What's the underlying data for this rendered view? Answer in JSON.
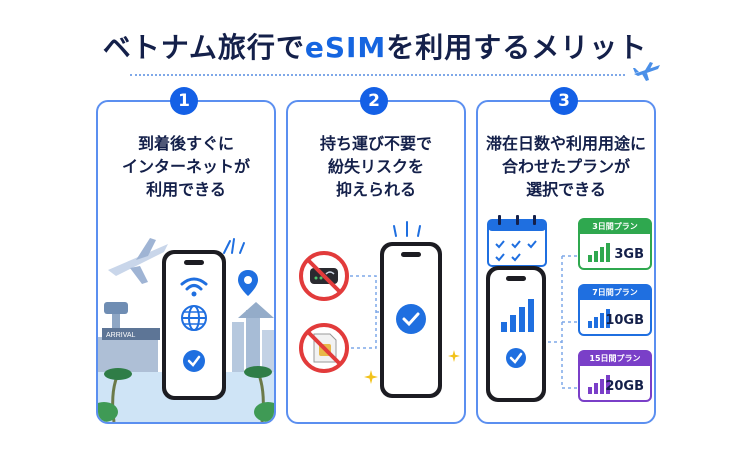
{
  "title": {
    "part1": "ベトナム旅行で",
    "accent": "eSIM",
    "part2": "を利用するメリット"
  },
  "panels": [
    {
      "number": "1",
      "lines": [
        "到着後すぐに",
        "インターネットが",
        "利用できる"
      ],
      "sign": "ARRIVAL"
    },
    {
      "number": "2",
      "lines": [
        "持ち運び不要で",
        "紛失リスクを",
        "抑えられる"
      ]
    },
    {
      "number": "3",
      "lines": [
        "滞在日数や利用用途に",
        "合わせたプランが",
        "選択できる"
      ]
    }
  ],
  "plans": [
    {
      "label": "3日間プラン",
      "data": "3GB",
      "color": "#2fa84f"
    },
    {
      "label": "7日間プラン",
      "data": "10GB",
      "color": "#1f6fe0"
    },
    {
      "label": "15日間プラン",
      "data": "20GB",
      "color": "#7a3fc8"
    }
  ],
  "colors": {
    "primary": "#1460e6",
    "navy": "#14204a",
    "no_sign": "#e23b3b",
    "sparkle": "#f2c21b"
  }
}
